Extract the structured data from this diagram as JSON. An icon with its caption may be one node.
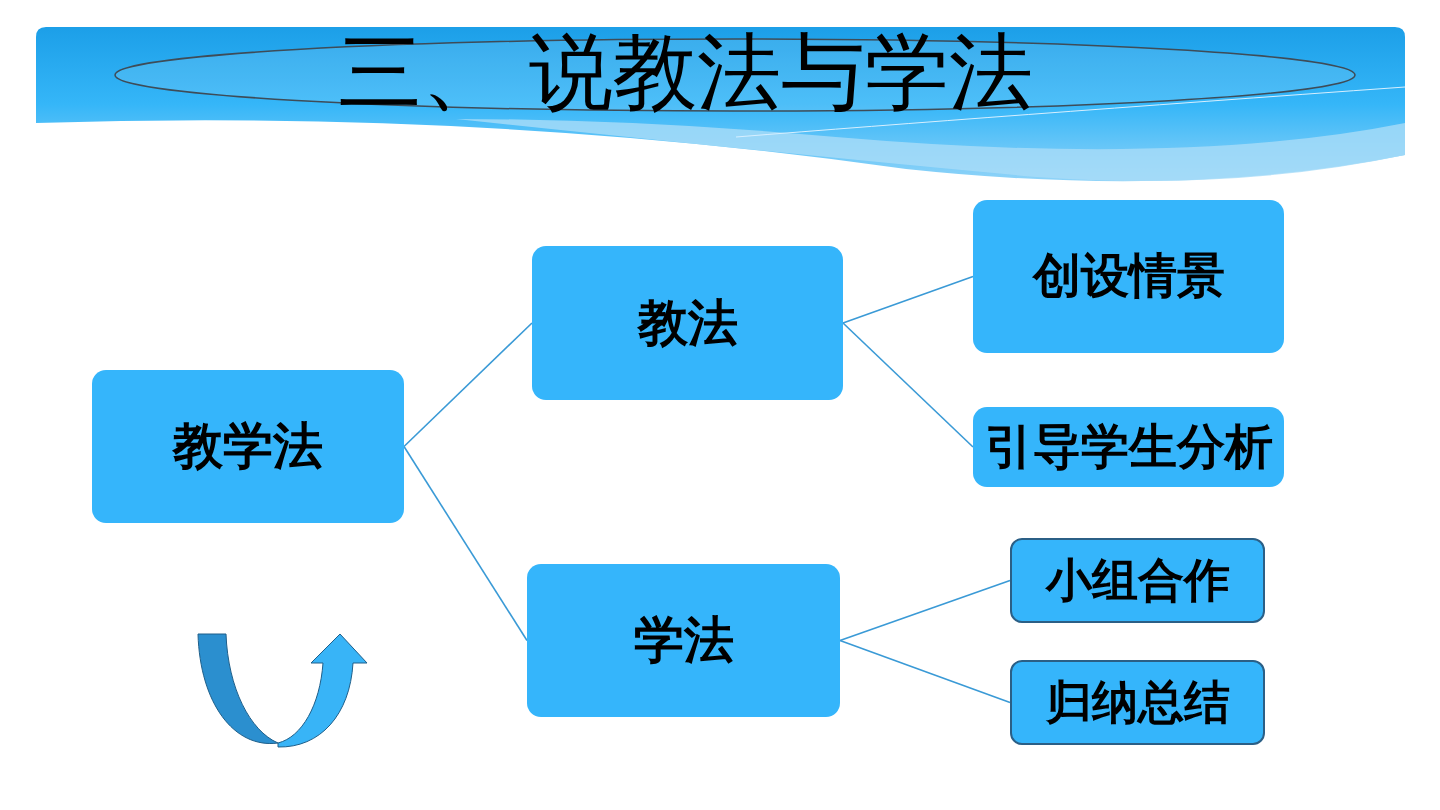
{
  "diagram": {
    "title": "三、 说教法与学法",
    "nodes": [
      {
        "text": [
          "教学法"
        ]
      },
      {
        "text": [
          "教法"
        ]
      },
      {
        "text": [
          "学法"
        ]
      },
      {
        "text": [
          "创设情景"
        ]
      },
      {
        "text": [
          "引导学生分析"
        ]
      },
      {
        "text": [
          "小组合作"
        ]
      },
      {
        "text": [
          "归纳总结"
        ]
      }
    ],
    "edges": [
      {
        "from": 0,
        "to": 1,
        "arrow": "none"
      },
      {
        "from": 0,
        "to": 2,
        "arrow": "none"
      },
      {
        "from": 1,
        "to": 3,
        "arrow": "none"
      },
      {
        "from": 1,
        "to": 4,
        "arrow": "none"
      },
      {
        "from": 2,
        "to": 5,
        "arrow": "none"
      },
      {
        "from": 2,
        "to": 6,
        "arrow": "none"
      }
    ]
  }
}
